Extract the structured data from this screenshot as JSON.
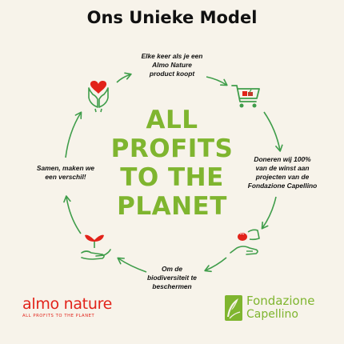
{
  "title": "Ons Unieke Model",
  "center": {
    "lines": [
      "ALL",
      "PROFITS",
      "TO THE",
      "PLANET"
    ]
  },
  "steps": [
    {
      "lines": [
        "Elke keer als je een",
        "Almo Nature",
        "product koopt"
      ]
    },
    {
      "lines": [
        "Doneren wij 100%",
        "van de winst aan",
        "projecten van de",
        "Fondazione Capellino"
      ]
    },
    {
      "lines": [
        "Om de",
        "biodiversiteit te",
        "beschermen"
      ]
    },
    {
      "lines": [
        "Samen, maken we",
        "een verschil!"
      ]
    }
  ],
  "logos": {
    "almo": {
      "name": "almo nature",
      "tagline": "ALL PROFITS TO THE PLANET"
    },
    "fondazione": {
      "line1": "Fondazione",
      "line2": "Capellino"
    }
  },
  "icons": [
    "heart-hands-icon",
    "shopping-cart-icon",
    "hand-with-seed-icon",
    "seedling-hand-icon"
  ],
  "colors": {
    "accent_green": "#7fb52f",
    "arrow_green": "#3f9d4a",
    "icon_red": "#e2231a",
    "background": "#f7f3ea"
  }
}
